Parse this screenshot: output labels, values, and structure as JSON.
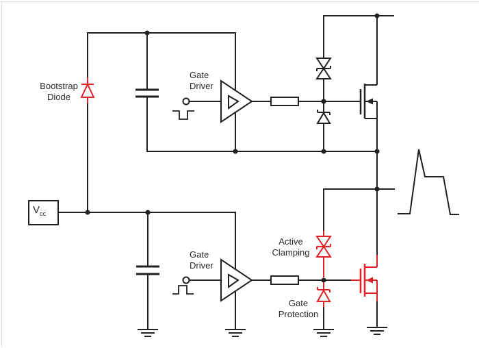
{
  "figure_type": "circuit-schematic",
  "labels": {
    "bootstrap_diode": [
      "Bootstrap",
      "Diode"
    ],
    "high_side_gate_driver": [
      "Gate",
      "Driver"
    ],
    "low_side_gate_driver": [
      "Gate",
      "Driver"
    ],
    "active_clamping": [
      "Active",
      "Clamping"
    ],
    "gate_protection": [
      "Gate",
      "Protection"
    ],
    "vcc": {
      "base": "V",
      "subscript": "cc"
    }
  },
  "components": [
    "vcc-source-box",
    "bootstrap-diode",
    "bootstrap-capacitor",
    "high-side-gate-driver-buffer",
    "inverted-pulse-input-icon",
    "high-side-gate-resistor",
    "high-side-bidirectional-tvs-diode",
    "high-side-gate-clamp-diode",
    "high-side-mosfet",
    "low-side-capacitor",
    "low-side-gate-driver-buffer",
    "pulse-input-icon",
    "low-side-gate-resistor",
    "active-clamping-tvs-diode",
    "gate-protection-diode",
    "low-side-mosfet",
    "ground-symbols",
    "switch-node-waveform"
  ],
  "colors": {
    "wire": "#231f20",
    "red": "#e01f25",
    "label": "#2a2a2e",
    "frame": "#dcdcdc",
    "background": "#ffffff"
  }
}
